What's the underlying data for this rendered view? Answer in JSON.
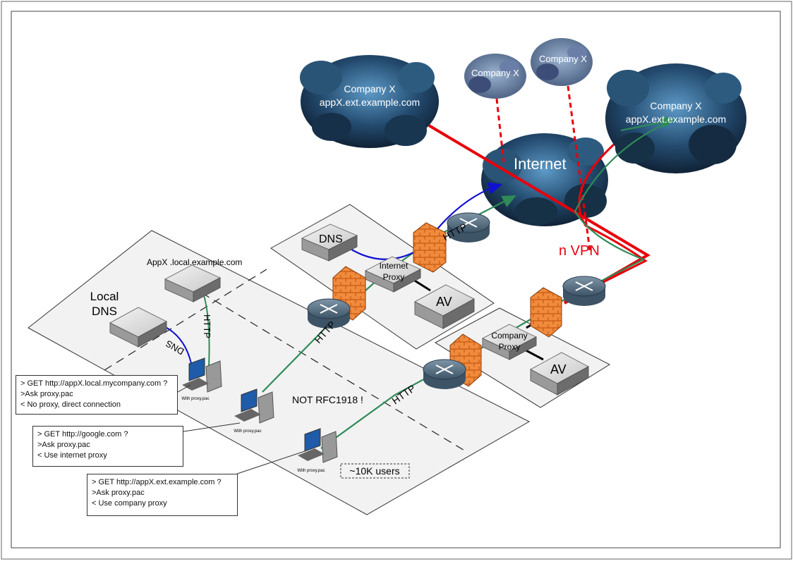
{
  "clouds": {
    "company_main": {
      "line1": "Company X",
      "line2": "appX.ext.example.com"
    },
    "company_small_1": "Company X",
    "company_small_2": "Company X",
    "company_right": {
      "line1": "Company X",
      "line2": "appX.ext.example.com"
    },
    "internet": "Internet"
  },
  "labels": {
    "vpn": "n VPN",
    "dns_top": "DNS",
    "internet_proxy": {
      "line1": "Internet",
      "line2": "Proxy"
    },
    "av_top": "AV",
    "company_proxy": {
      "line1": "Company",
      "line2": "Proxy"
    },
    "av_bottom": "AV",
    "appx_local": "AppX .local.example.com",
    "local_dns": {
      "line1": "Local",
      "line2": "DNS"
    },
    "not_rfc": "NOT RFC1918 !",
    "users": "~10K users",
    "with_proxy": "With proxy.pac"
  },
  "link_labels": {
    "http_top": "HTTP",
    "http_mid": "HTTP",
    "http_bottom": "HTTP",
    "http_local": "HTTP",
    "dns_local": "DNS"
  },
  "notes": {
    "local": {
      "l1": "> GET http://appX.local.mycompany.com ?",
      "l2": ">Ask proxy.pac",
      "l3": "< No proxy, direct connection"
    },
    "google": {
      "l1": "> GET http://google.com ?",
      "l2": ">Ask proxy.pac",
      "l3": "< Use internet proxy"
    },
    "ext": {
      "l1": "> GET http://appX.ext.example.com ?",
      "l2": ">Ask proxy.pac",
      "l3": "< Use company proxy"
    }
  },
  "colors": {
    "vpn": "#e8000b",
    "http": "#2e8b57",
    "dns": "#1010d0",
    "cloud": "#1b3a57",
    "firewall": "#f08030"
  }
}
